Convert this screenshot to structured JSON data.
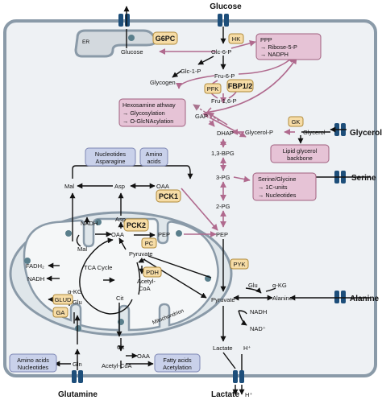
{
  "colors": {
    "cell_fill": "#eef1f4",
    "cell_stroke": "#8a9aa8",
    "mito_fill": "#dfe6ea",
    "pink_box": "#e6c3d6",
    "pink_stroke": "#a0607f",
    "blue_box": "#c9d1ea",
    "blue_stroke": "#7d86b4",
    "enzyme_fill": "#f6dca6",
    "enzyme_stroke": "#b08a3a",
    "pink_arrow": "#b06a8e",
    "transporter": "#1d4e7a"
  },
  "external": {
    "glucose": "Glucose",
    "glycerol": "Glycerol",
    "serine": "Serine",
    "alanine": "Alanine",
    "glutamine": "Glutamine",
    "lactate": "Lactate",
    "h_plus": "H⁺"
  },
  "enzymes": {
    "g6pc": "G6PC",
    "hk": "HK",
    "pfk": "PFK",
    "fbp12": "FBP1/2",
    "gk": "GK",
    "pck1": "PCK1",
    "pck2": "PCK2",
    "pc": "PC",
    "pdh": "PDH",
    "pyk": "PYK",
    "glud": "GLUD",
    "ga": "GA"
  },
  "boxes": {
    "ppp": [
      "PPP",
      "→ Ribose-5-P",
      "→ NADPH"
    ],
    "hexosamine": [
      "Hexosamine athway",
      "→ Glycosylation",
      "→ O-GlcNAcylation"
    ],
    "lipid": [
      "Lipid glycerol",
      "backbone"
    ],
    "serine_glycine": [
      "Serine/Glycine",
      "→ 1C-units",
      "→ Nucleotides"
    ],
    "nucleotides_asparagine": [
      "Nucleotides",
      "Asparagine"
    ],
    "amino_acids": [
      "Amino",
      "acids"
    ],
    "amino_nucleotides": [
      "Amino acids",
      "Nucleotides"
    ],
    "fatty_acids": [
      "Fatty acids",
      "Acetylation"
    ]
  },
  "metabolites": {
    "er": "ER",
    "glucose_er": "Glucose",
    "glc6p": "Glc-6-P",
    "glc1p": "Glc-1-P",
    "glycogen": "Glycogen",
    "fru6p": "Fru-6-P",
    "fru16p": "Fru-1,6-P",
    "gap": "GAP",
    "dhap": "DHAP",
    "glycerol_p": "Glycerol-P",
    "glycerol_in": "Glycerol",
    "bpg": "1,3-BPG",
    "pg3": "3-PG",
    "pg2": "2-PG",
    "pep": "PEP",
    "pep_m": "PEP",
    "pyruvate": "Pyruvate",
    "pyruvate_m": "Pyruvate",
    "lactate_in": "Lactate",
    "h_in": "H⁺",
    "nadh_pyr": "NADH",
    "nad_pyr": "NAD⁺",
    "glu_c": "Glu",
    "akg_c": "α-KG",
    "alanine_in": "Alanine",
    "mal_c": "Mal",
    "asp_c": "Asp",
    "oaa_c": "OAA",
    "asp_m": "Asp",
    "nadh_m1": "NADH",
    "mal_m": "Mal",
    "oaa_m": "OAA",
    "fadh2": "FADH₂",
    "nadh_m2": "NADH",
    "tca": "TCA Cycle",
    "akg_m": "α-KG",
    "glu_m": "Glu",
    "cit_m": "Cit",
    "acetylcoa_m": "Acetyl-",
    "coa_m": "CoA",
    "mitochondrion": "Mitochondrion",
    "gln": "Gln",
    "cit_c": "Cit",
    "oaa_bottom": "OAA",
    "acetylcoa_c": "Acetyl-CoA"
  }
}
